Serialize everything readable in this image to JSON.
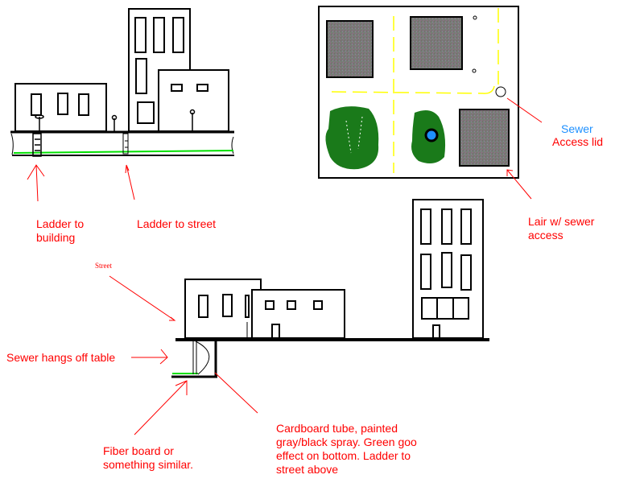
{
  "title": "Sewer lair terrain diagram",
  "colors": {
    "annotation": "#ff0000",
    "sewer_label": "#1e90ff",
    "goo": "#00e000",
    "bush": "#1a7a1a",
    "road_line": "#ffff00",
    "building_block": "#7a7878"
  },
  "top_scene": {
    "label_ladder_building": "Ladder to\nbuilding",
    "label_ladder_street": "Ladder to street"
  },
  "map": {
    "label_sewer": "Sewer",
    "label_access_lid": "Access lid",
    "label_lair": "Lair w/ sewer\naccess"
  },
  "side_view": {
    "label_street": "Street",
    "label_sewer_hangs": "Sewer hangs off table",
    "label_fiber_board": "Fiber board or\nsomething similar.",
    "label_cardboard_tube": "Cardboard tube, painted\ngray/black spray. Green goo\neffect on bottom. Ladder to\nstreet above"
  }
}
